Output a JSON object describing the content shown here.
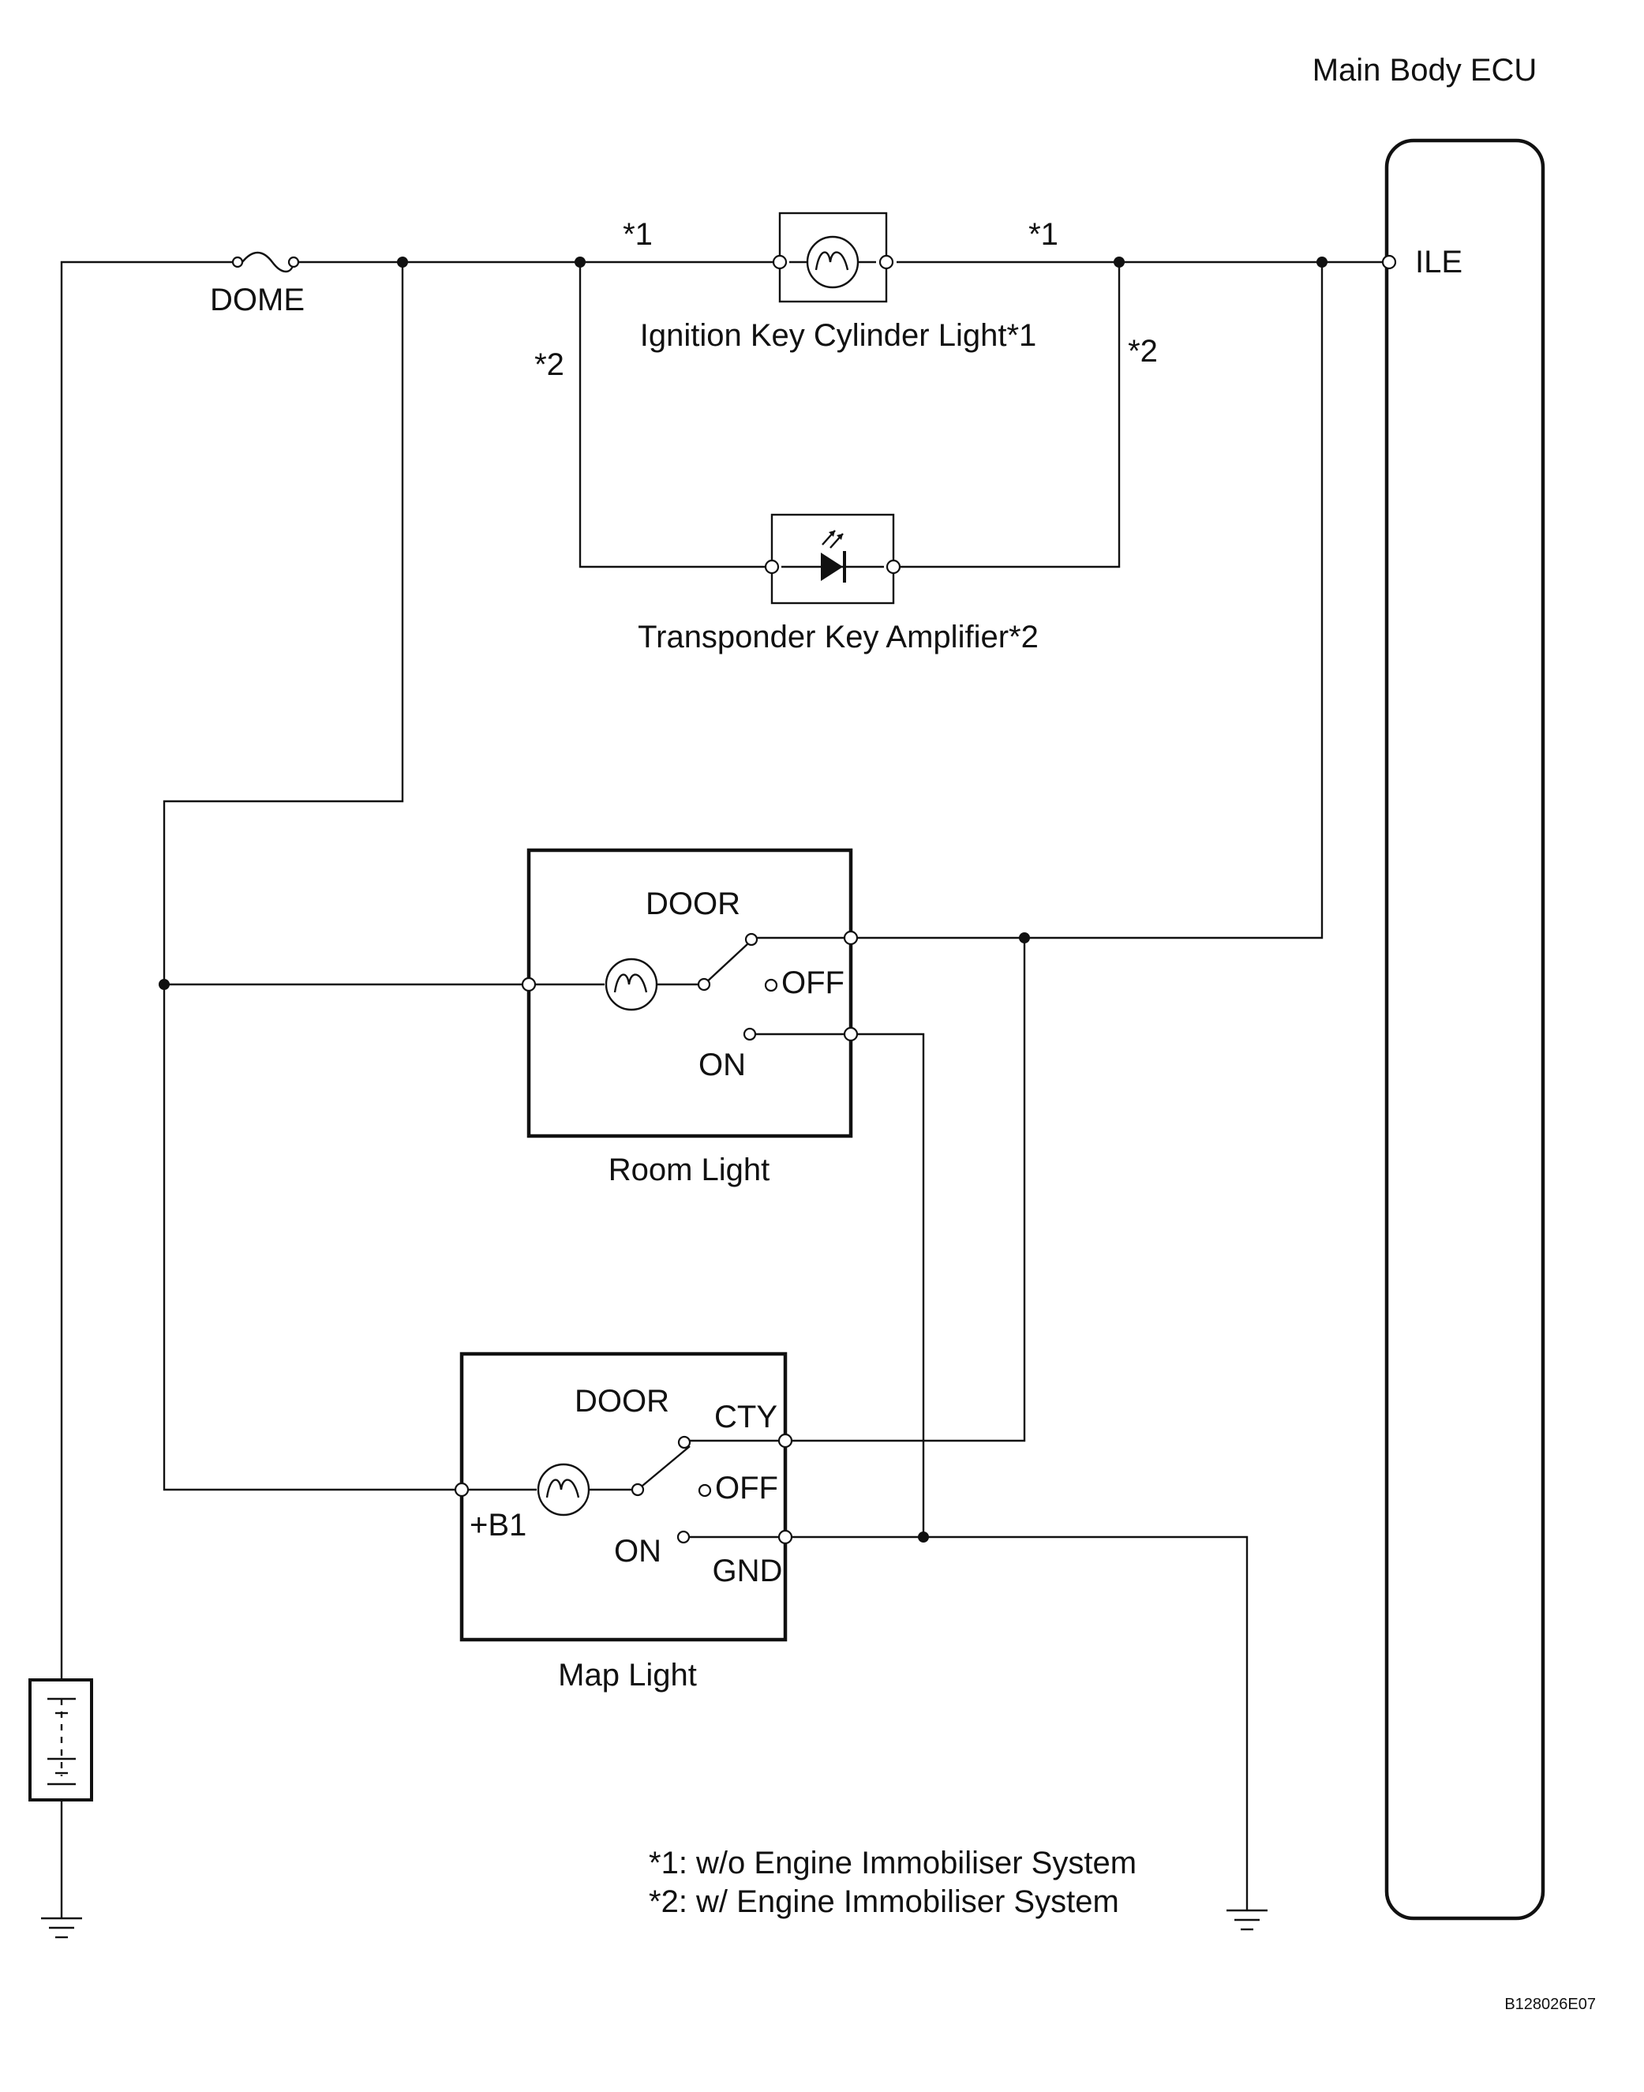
{
  "labels": {
    "ecu": "Main Body ECU",
    "ile": "ILE",
    "dome": "DOME",
    "star1_left": "*1",
    "star1_right": "*1",
    "star2_left": "*2",
    "star2_right": "*2",
    "ignition": "Ignition Key Cylinder Light*1",
    "transponder": "Transponder Key Amplifier*2",
    "room_door": "DOOR",
    "room_off": "OFF",
    "room_on": "ON",
    "room_light": "Room Light",
    "map_door": "DOOR",
    "map_cty": "CTY",
    "map_off": "OFF",
    "map_b1": "+B1",
    "map_on": "ON",
    "map_gnd": "GND",
    "map_light": "Map Light"
  },
  "notes": [
    "*1: w/o Engine Immobiliser System",
    "*2: w/ Engine Immobiliser System"
  ],
  "code": "B128026E07",
  "colors": {
    "line": "#111111",
    "background": "#ffffff"
  }
}
